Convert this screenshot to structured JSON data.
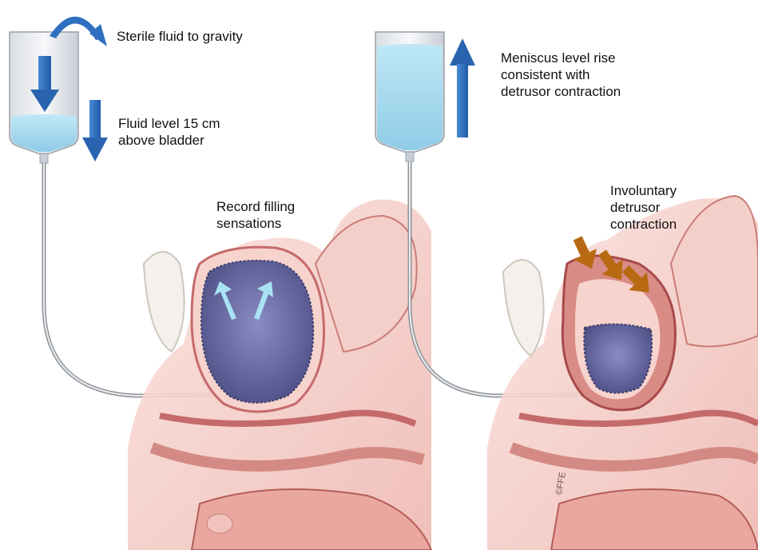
{
  "left_panel": {
    "sterile_label": "Sterile fluid to gravity",
    "fluid_level_label": "Fluid level 15 cm\nabove bladder",
    "record_label": "Record filling\nsensations"
  },
  "right_panel": {
    "meniscus_label": "Meniscus level rise\nconsistent with\ndetrusor contraction",
    "involuntary_label": "Involuntary\ndetrusor\ncontraction"
  },
  "copyright": "©FFE",
  "colors": {
    "arrow_blue": "#2f6fbf",
    "fluid_blue": "#a9dcf0",
    "tissue_pink": "#f3c9c4",
    "muscle_red": "#c55a5a",
    "bladder_purple": "#6e6fa8",
    "force_arrow": "#b86a12"
  }
}
